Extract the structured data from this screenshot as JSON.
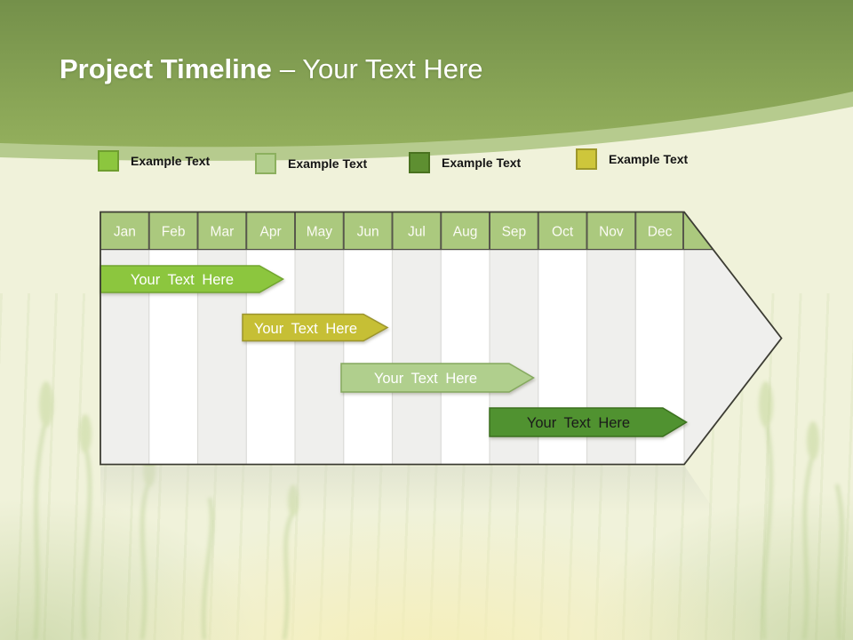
{
  "slide": {
    "title_bold": "Project Timeline",
    "title_suffix": "– Your Text Here"
  },
  "legend": {
    "items": [
      {
        "label": "Example Text",
        "color": "#8CC63E"
      },
      {
        "label": "Example Text",
        "color": "#B3CF8E"
      },
      {
        "label": "Example Text",
        "color": "#5E8F31"
      },
      {
        "label": "Example Text",
        "color": "#CEC63B"
      }
    ]
  },
  "timeline": {
    "months": [
      "Jan",
      "Feb",
      "Mar",
      "Apr",
      "May",
      "Jun",
      "Jul",
      "Aug",
      "Sep",
      "Oct",
      "Nov",
      "Dec"
    ],
    "header_color": "#ABC97E",
    "bars": [
      {
        "label": "Your Text Here",
        "color": "#8CC63E",
        "text_color": "#FFFFFF",
        "start_month": "Jan",
        "end_month": "Apr"
      },
      {
        "label": "Your Text Here",
        "color": "#C6BF35",
        "text_color": "#FFFFFF",
        "start_month": "Apr",
        "end_month": "Jun"
      },
      {
        "label": "Your Text Here",
        "color": "#B0CF8D",
        "text_color": "#FFFFFF",
        "start_month": "Jun",
        "end_month": "Sep"
      },
      {
        "label": "Your Text Here",
        "color": "#509230",
        "text_color": "#1A1A1A",
        "start_month": "Sep",
        "end_month": "Dec"
      }
    ]
  }
}
